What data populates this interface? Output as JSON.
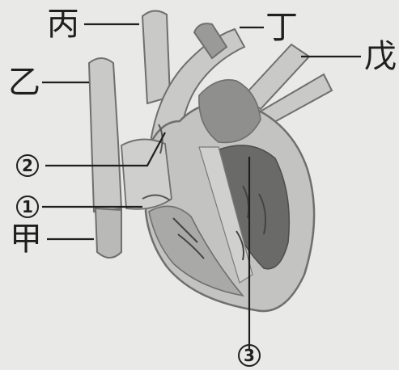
{
  "labels": {
    "bing": "丙",
    "ding": "丁",
    "wu": "戊",
    "yi": "乙",
    "jia": "甲",
    "part1": "1",
    "part2": "2",
    "part3": "3"
  },
  "colors": {
    "background": "#e9e9e7",
    "outline": "#6f6f6f",
    "vessel": "#c9c9c7",
    "chamber_light": "#bdbdbb",
    "chamber_dark": "#8d8d8b",
    "muscle": "#555555",
    "line": "#1f1f1f"
  }
}
